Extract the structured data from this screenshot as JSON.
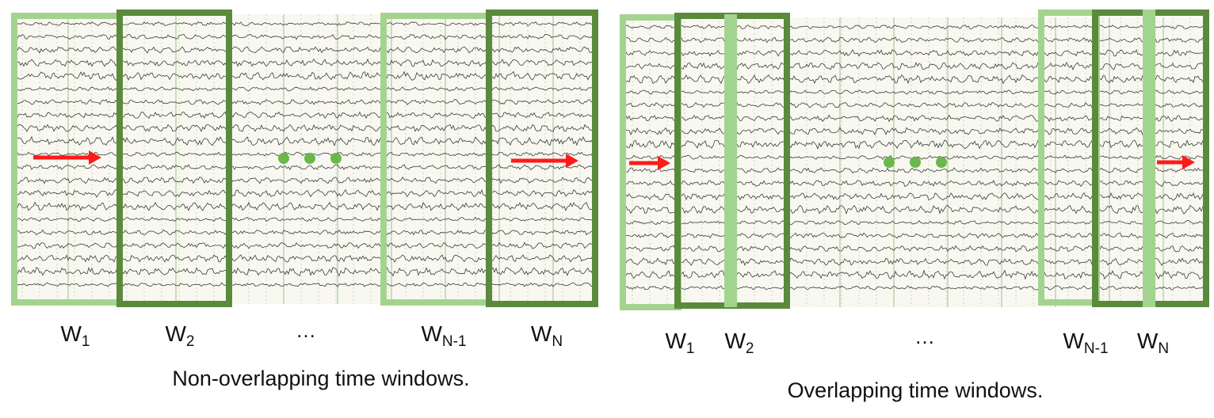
{
  "colors": {
    "window_light": "#a3d48f",
    "window_dark": "#5b8a3c",
    "arrow": "#ff1a1a",
    "dots": "#6ab84a",
    "paper_bg": "#f8f8f1",
    "grid": "#c9d9bf",
    "trace": "#3a3a3a"
  },
  "icons": [
    "right-arrow-icon",
    "ellipsis-dots-icon"
  ],
  "left_panel": {
    "caption": "Non-overlapping time windows.",
    "labels": [
      {
        "main": "W",
        "sub": "1"
      },
      {
        "main": "W",
        "sub": "2"
      },
      {
        "main": "…",
        "sub": ""
      },
      {
        "main": "W",
        "sub": "N-1"
      },
      {
        "main": "W",
        "sub": "N"
      }
    ]
  },
  "right_panel": {
    "caption": "Overlapping time windows.",
    "labels": [
      {
        "main": "W",
        "sub": "1"
      },
      {
        "main": "W",
        "sub": "2"
      },
      {
        "main": "…",
        "sub": ""
      },
      {
        "main": "W",
        "sub": "N-1"
      },
      {
        "main": "W",
        "sub": "N"
      }
    ]
  }
}
